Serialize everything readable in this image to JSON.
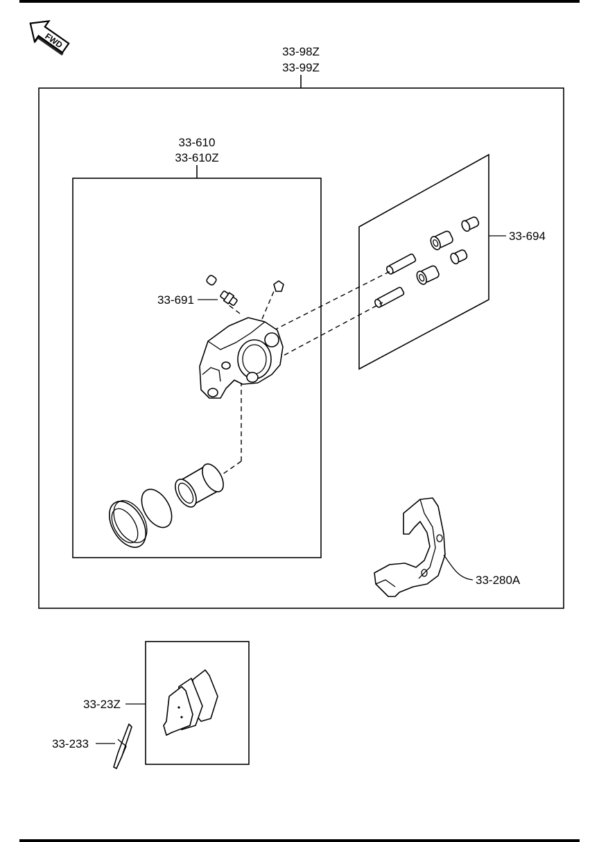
{
  "direction_indicator": {
    "text": "FWD"
  },
  "assemblies": {
    "caliper_assembly": {
      "part_numbers": [
        "33-98Z",
        "33-99Z"
      ]
    },
    "caliper_body": {
      "part_numbers": [
        "33-610",
        "33-610Z"
      ]
    },
    "bleeder": {
      "part_number": "33-691"
    },
    "guide_pin_kit": {
      "part_number": "33-694"
    },
    "mounting_bracket": {
      "part_number": "33-280A"
    },
    "brake_pad_set": {
      "part_number": "33-23Z"
    },
    "shim_clip": {
      "part_number": "33-233"
    }
  }
}
